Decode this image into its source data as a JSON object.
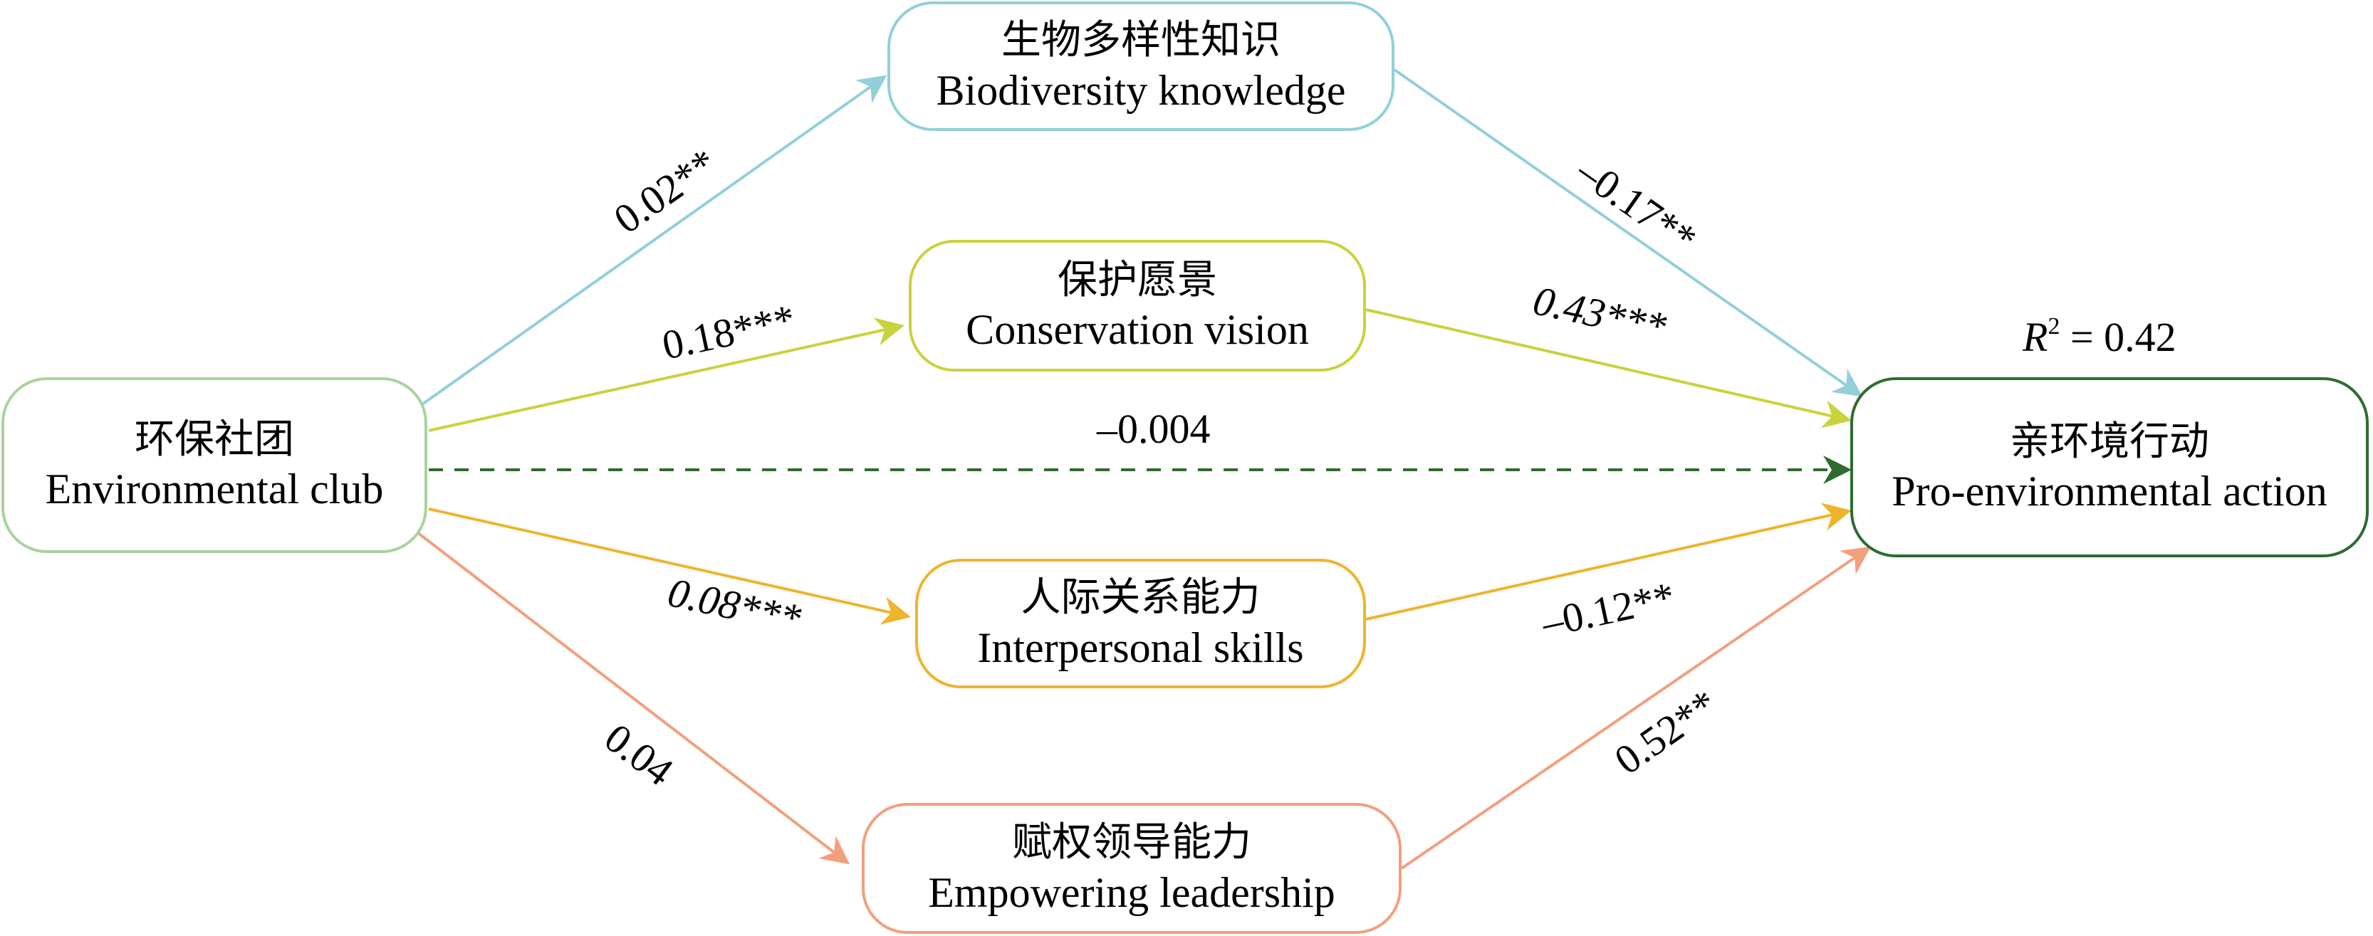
{
  "nodes": {
    "club": {
      "zh": "环保社团",
      "en": "Environmental club",
      "color": "#a9d39b"
    },
    "biodiversity": {
      "zh": "生物多样性知识",
      "en": "Biodiversity knowledge",
      "color": "#92cfdb"
    },
    "vision": {
      "zh": "保护愿景",
      "en": "Conservation vision",
      "color": "#c9d23d"
    },
    "interpersonal": {
      "zh": "人际关系能力",
      "en": "Interpersonal skills",
      "color": "#eeb42d"
    },
    "leadership": {
      "zh": "赋权领导能力",
      "en": "Empowering leadership",
      "color": "#f1a07e"
    },
    "action": {
      "zh": "亲环境行动",
      "en": "Pro-environmental action",
      "color": "#2f6b2f"
    }
  },
  "r_squared": {
    "symbol": "R",
    "exponent": "2",
    "text": "= 0.42"
  },
  "paths": {
    "club_biodiversity": {
      "label": "0.02**",
      "color": "#92cfdb"
    },
    "club_vision": {
      "label": "0.18***",
      "color": "#c9d23d"
    },
    "club_interpersonal": {
      "label": "0.08***",
      "color": "#eeb42d"
    },
    "club_leadership": {
      "label": "0.04",
      "color": "#f1a07e"
    },
    "biodiversity_action": {
      "label": "–0.17**",
      "color": "#92cfdb"
    },
    "vision_action": {
      "label": "0.43***",
      "color": "#c9d23d"
    },
    "interpersonal_action": {
      "label": "–0.12**",
      "color": "#eeb42d"
    },
    "leadership_action": {
      "label": "0.52**",
      "color": "#f1a07e"
    },
    "club_action": {
      "label": "–0.004",
      "color": "#2f6b2f",
      "style": "dashed"
    }
  }
}
